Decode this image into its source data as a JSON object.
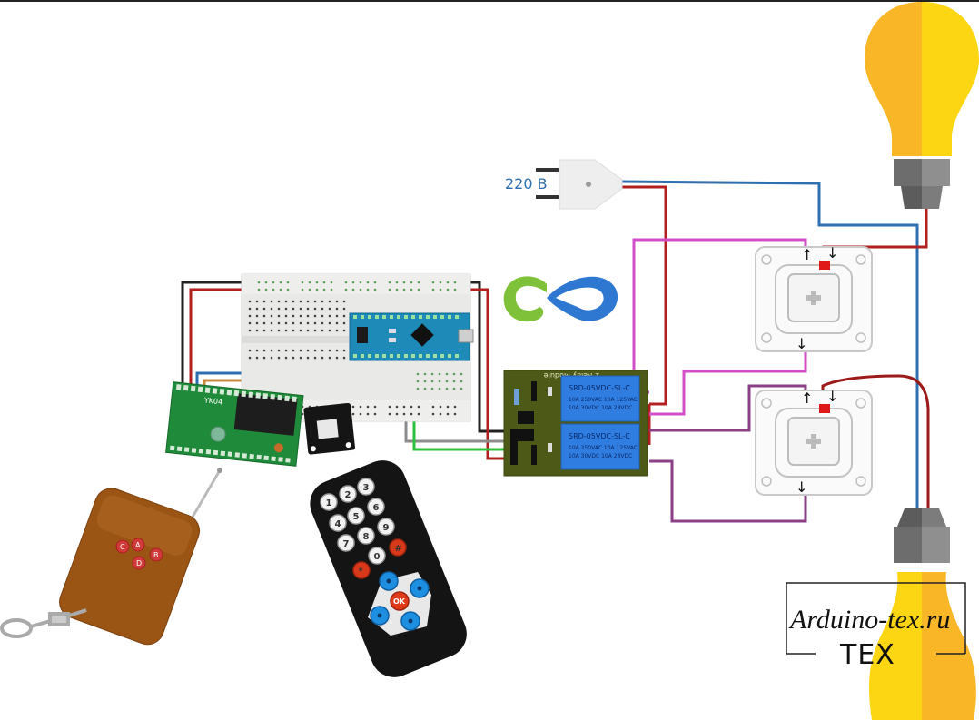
{
  "diagram": {
    "title": "Arduino Nano dual-relay light control wiring (IR + 433MHz remotes)",
    "mains_label": "220 B",
    "watermark": {
      "site": "Arduino-tex.ru",
      "logo_text": "TEX"
    },
    "relay_module": {
      "title": "2 Relay Module",
      "relay_model": "SRD-05VDC-SL-C",
      "ratings": [
        "10A 250VAC 10A 125VAC",
        "10A 30VDC 10A 28VDC"
      ]
    },
    "rf_receiver": {
      "marking": "YK04"
    },
    "ir_remote": {
      "keys": [
        "1",
        "2",
        "3",
        "4",
        "5",
        "6",
        "7",
        "8",
        "9",
        "0",
        "*",
        "#",
        "OK"
      ]
    },
    "rf_keyfob": {
      "keys": [
        "A",
        "B",
        "C",
        "D"
      ]
    },
    "components": [
      "breadboard",
      "arduino-nano",
      "rf-receiver-module",
      "ir-receiver-module",
      "two-channel-relay-module",
      "mains-plug",
      "light-switch-1",
      "light-switch-2",
      "light-bulb-1",
      "light-bulb-2",
      "ir-remote",
      "rf-keyfob",
      "site-logo"
    ],
    "wire_colors": {
      "phase": "#b21f1f",
      "neutral": "#2e6fb0",
      "ground": "#222222",
      "signal_1": "#d24fc9",
      "signal_2": "#8a3f86",
      "data_yellow": "#e8d838",
      "data_orange": "#c8893c",
      "data_grey": "#8c8c8c",
      "data_green": "#2fbf3f"
    },
    "colors": {
      "bulb_left": "#f9b728",
      "bulb_right": "#fcd513",
      "bulb_base_dark": "#6d6d6d",
      "bulb_base_light": "#8f8f8f",
      "relay_pcb": "#4d5a17",
      "relay_body": "#2f7de0",
      "nano_pcb": "#1e8ab8",
      "rf_pcb": "#1f8b3a",
      "fob_body": "#9a5414",
      "logo_green": "#7fc23a",
      "logo_blue": "#2f78d2"
    }
  }
}
